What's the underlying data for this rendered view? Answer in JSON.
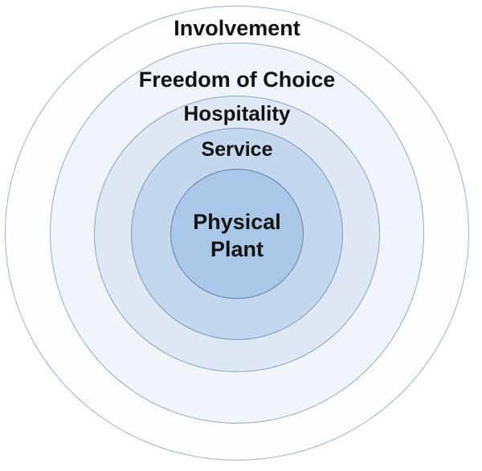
{
  "diagram": {
    "type": "concentric-rings",
    "background": "#ffffff",
    "text_color": "#121212",
    "rings": [
      {
        "label": "Involvement",
        "fill": "#fdfeff",
        "border": "#9db0c2"
      },
      {
        "label": "Freedom of Choice",
        "fill": "#f0f5fb",
        "border": "#93a9bd"
      },
      {
        "label": "Hospitality",
        "fill": "#dfe9f6",
        "border": "#89a2ba"
      },
      {
        "label": "Service",
        "fill": "#c3d8ee",
        "border": "#7b99b6"
      },
      {
        "label": "Physical\nPlant",
        "fill": "#a9c7e7",
        "border": "#63839f"
      }
    ]
  }
}
